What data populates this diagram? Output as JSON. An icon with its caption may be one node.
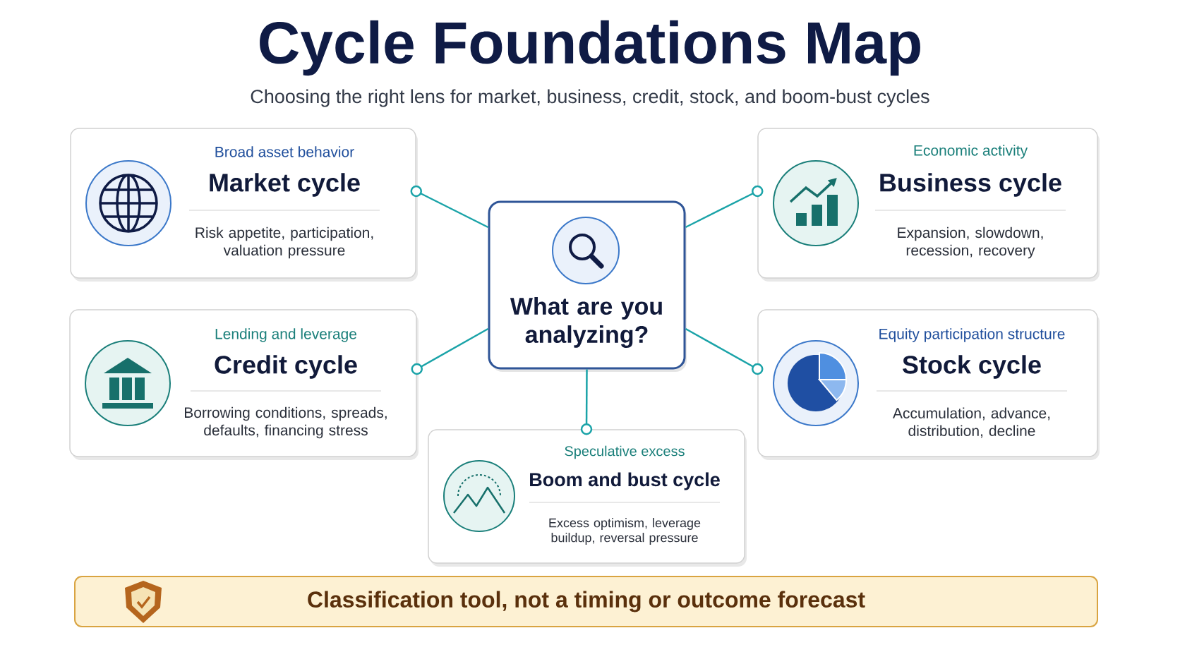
{
  "diagram": {
    "title": "Cycle Foundations Map",
    "nodes": [
      {
        "text": [
          "What are you analyzing?"
        ]
      },
      {
        "text": [
          "Broad asset behavior",
          "Market cycle",
          "Risk appetite, participation, valuation pressure"
        ]
      },
      {
        "text": [
          "Economic activity",
          "Business cycle",
          "Expansion, slowdown, recession, recovery"
        ]
      },
      {
        "text": [
          "Lending and leverage",
          "Credit cycle",
          "Borrowing conditions, spreads, defaults, financing stress"
        ]
      },
      {
        "text": [
          "Equity participation structure",
          "Stock cycle",
          "Accumulation, advance, distribution, decline"
        ]
      },
      {
        "text": [
          "Speculative excess",
          "Boom and bust cycle",
          "Excess optimism, leverage buildup, reversal pressure"
        ]
      },
      {
        "text": [
          "Classification tool, not a timing or outcome forecast"
        ]
      }
    ],
    "edges": [
      {
        "from": 0,
        "to": 1,
        "arrow": "other"
      },
      {
        "from": 0,
        "to": 2,
        "arrow": "other"
      },
      {
        "from": 0,
        "to": 3,
        "arrow": "other"
      },
      {
        "from": 0,
        "to": 4,
        "arrow": "other"
      },
      {
        "from": 0,
        "to": 5,
        "arrow": "other"
      }
    ],
    "labels": [
      "Choosing the right lens for market, business, credit, stock, and boom-bust cycles"
    ]
  }
}
